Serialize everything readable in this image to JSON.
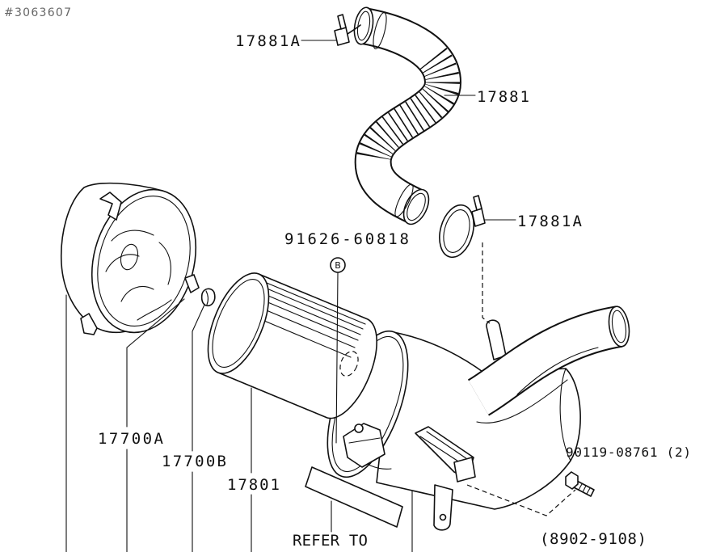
{
  "diagram_ref": "#3063607",
  "callouts": {
    "clamp_top": "17881A",
    "hose": "17881",
    "clamp_right": "17881A",
    "clip": "91626-60818",
    "clip_marker": "B",
    "cap": "17700A",
    "latch": "17700B",
    "element": "17801",
    "bolt": "90119-08761 (2)",
    "production_range": "(8902-9108)",
    "refer_note": "REFER TO"
  }
}
